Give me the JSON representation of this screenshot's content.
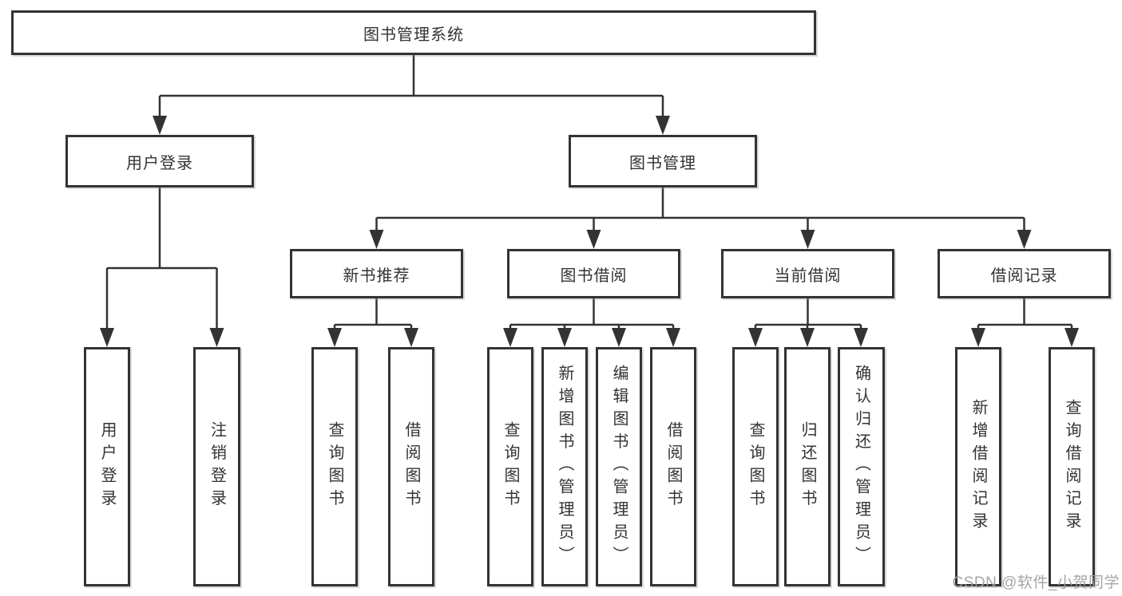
{
  "diagram_type": "hierarchy-tree",
  "tree": {
    "label": "图书管理系统",
    "children": [
      {
        "label": "用户登录",
        "children": [
          {
            "label": "用户登录"
          },
          {
            "label": "注销登录"
          }
        ]
      },
      {
        "label": "图书管理",
        "children": [
          {
            "label": "新书推荐",
            "children": [
              {
                "label": "查询图书"
              },
              {
                "label": "借阅图书"
              }
            ]
          },
          {
            "label": "图书借阅",
            "children": [
              {
                "label": "查询图书"
              },
              {
                "label": "新增图书（管理员）"
              },
              {
                "label": "编辑图书（管理员）"
              },
              {
                "label": "借阅图书"
              }
            ]
          },
          {
            "label": "当前借阅",
            "children": [
              {
                "label": "查询图书"
              },
              {
                "label": "归还图书"
              },
              {
                "label": "确认归还（管理员）"
              }
            ]
          },
          {
            "label": "借阅记录",
            "children": [
              {
                "label": "新增借阅记录"
              },
              {
                "label": "查询借阅记录"
              }
            ]
          }
        ]
      }
    ]
  },
  "watermark": {
    "text": "CSDN @软件_小贺同学"
  },
  "colors": {
    "line": "#333333",
    "box_border": "#333333",
    "box_fill": "#ffffff",
    "text": "#333333",
    "watermark": "#9e9e9e",
    "background": "#ffffff"
  }
}
